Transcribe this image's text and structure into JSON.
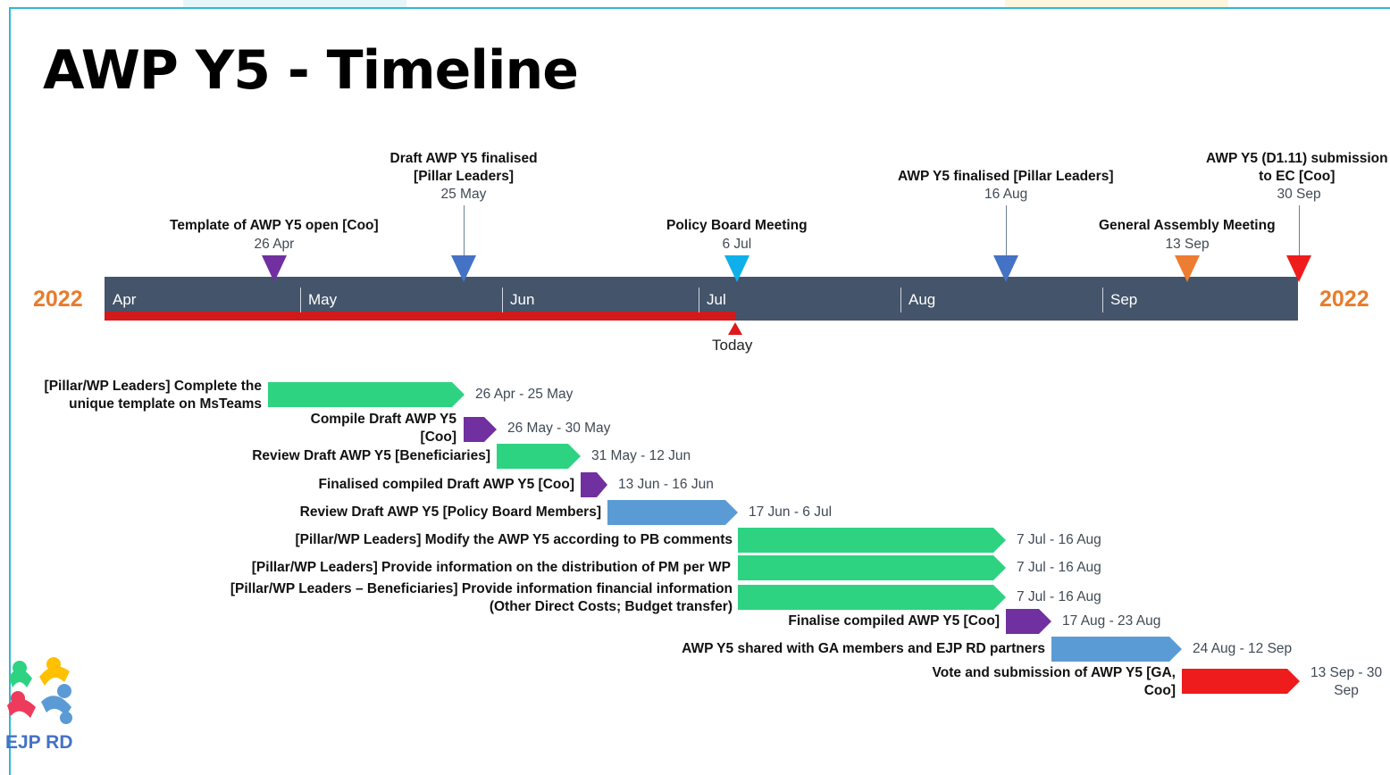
{
  "title": "AWP Y5 - Timeline",
  "year_left": "2022",
  "year_right": "2022",
  "months": [
    "Apr",
    "May",
    "Jun",
    "Jul",
    "Aug",
    "Sep"
  ],
  "today": {
    "label": "Today",
    "date": "6 Jul"
  },
  "colors": {
    "bar": "#44546a",
    "year": "#e97b2c",
    "today": "#d21a1a",
    "green": "#2ed381",
    "purple": "#7030a0",
    "blue": "#5b9bd5",
    "red": "#ee1c1c",
    "dark_blue": "#4472c4",
    "sky": "#0fb0ea",
    "orange": "#ed7d31"
  },
  "milestones": [
    {
      "title": "Template of AWP Y5 open [Coo]",
      "date": "26 Apr",
      "icon": "triangle-down-purple",
      "color": "#7030a0"
    },
    {
      "title": "Draft AWP Y5 finalised\n[Pillar Leaders]",
      "date": "25 May",
      "icon": "triangle-down-blue",
      "color": "#4472c4"
    },
    {
      "title": "Policy Board Meeting",
      "date": "6 Jul",
      "icon": "triangle-down-sky",
      "color": "#0fb0ea"
    },
    {
      "title": "AWP Y5 finalised [Pillar Leaders]",
      "date": "16 Aug",
      "icon": "triangle-down-blue",
      "color": "#4472c4"
    },
    {
      "title": "General Assembly Meeting",
      "date": "13 Sep",
      "icon": "triangle-down-orange",
      "color": "#ed7d31"
    },
    {
      "title": "AWP Y5 (D1.11) submission\nto EC [Coo]",
      "date": "30 Sep",
      "icon": "triangle-down-red",
      "color": "#ee1c1c"
    }
  ],
  "tasks": [
    {
      "label": "[Pillar/WP Leaders] Complete the\nunique template on MsTeams",
      "dates": "26 Apr - 25 May",
      "color": "#2ed381"
    },
    {
      "label": "Compile Draft AWP Y5\n[Coo]",
      "dates": "26 May - 30 May",
      "color": "#7030a0"
    },
    {
      "label": "Review Draft AWP Y5 [Beneficiaries]",
      "dates": "31 May - 12 Jun",
      "color": "#2ed381"
    },
    {
      "label": "Finalised compiled Draft AWP Y5 [Coo]",
      "dates": "13 Jun - 16 Jun",
      "color": "#7030a0"
    },
    {
      "label": "Review Draft AWP Y5 [Policy Board Members]",
      "dates": "17 Jun - 6 Jul",
      "color": "#5b9bd5"
    },
    {
      "label": "[Pillar/WP Leaders] Modify the AWP Y5 according to PB comments",
      "dates": "7 Jul - 16 Aug",
      "color": "#2ed381"
    },
    {
      "label": "[Pillar/WP Leaders] Provide information on the distribution of PM per WP",
      "dates": "7 Jul - 16 Aug",
      "color": "#2ed381"
    },
    {
      "label": "[Pillar/WP Leaders – Beneficiaries] Provide information financial information\n(Other Direct Costs; Budget transfer)",
      "dates": "7 Jul - 16 Aug",
      "color": "#2ed381"
    },
    {
      "label": "Finalise compiled AWP Y5 [Coo]",
      "dates": "17 Aug - 23 Aug",
      "color": "#7030a0"
    },
    {
      "label": "AWP Y5 shared with GA members and EJP RD partners",
      "dates": "24 Aug - 12 Sep",
      "color": "#5b9bd5"
    },
    {
      "label": "Vote and submission of AWP Y5 [GA,\nCoo]",
      "dates": "13 Sep - 30\nSep",
      "color": "#ee1c1c"
    }
  ],
  "logo": {
    "text": "EJP RD"
  }
}
